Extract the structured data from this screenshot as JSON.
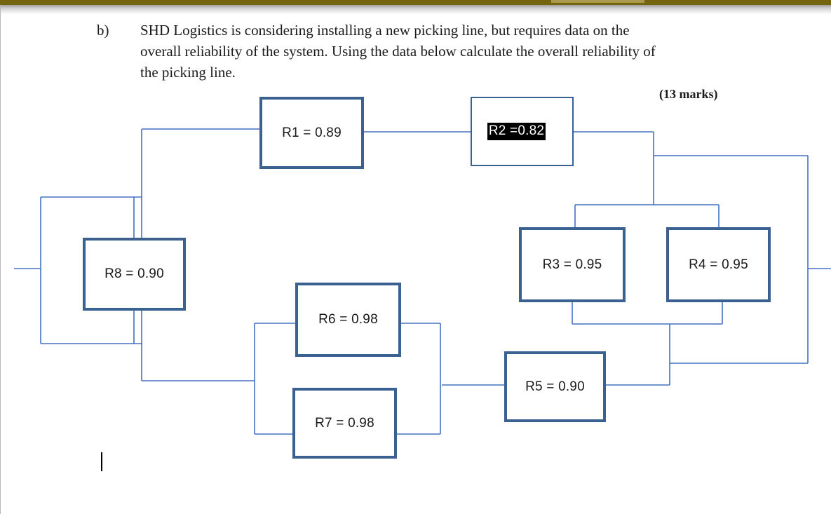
{
  "window": {
    "topbar_color": "#766510",
    "topbar_highlight_color": "#a99a4d"
  },
  "question": {
    "label": "b)",
    "line1": "SHD Logistics is considering installing a new picking line, but requires data on the",
    "line2": "overall reliability of the system.  Using the data below calculate the overall reliability of",
    "line3": "the picking line.",
    "marks": "(13 marks)"
  },
  "diagram": {
    "title": "reliability-block-diagram",
    "box_border_color": "#3a618f",
    "wire_color": "#4472c4",
    "selection_highlight_color": "#000000",
    "blocks": [
      {
        "id": "R1",
        "label": "R1 = 0.89",
        "value": 0.89,
        "selected": false
      },
      {
        "id": "R2",
        "label": "R2 =0.82",
        "value": 0.82,
        "selected": true
      },
      {
        "id": "R3",
        "label": "R3 = 0.95",
        "value": 0.95,
        "selected": false
      },
      {
        "id": "R4",
        "label": "R4 = 0.95",
        "value": 0.95,
        "selected": false
      },
      {
        "id": "R5",
        "label": "R5 = 0.90",
        "value": 0.9,
        "selected": false
      },
      {
        "id": "R6",
        "label": "R6 = 0.98",
        "value": 0.98,
        "selected": false
      },
      {
        "id": "R7",
        "label": "R7 = 0.98",
        "value": 0.98,
        "selected": false
      },
      {
        "id": "R8",
        "label": "R8 = 0.90",
        "value": 0.9,
        "selected": false
      }
    ]
  }
}
